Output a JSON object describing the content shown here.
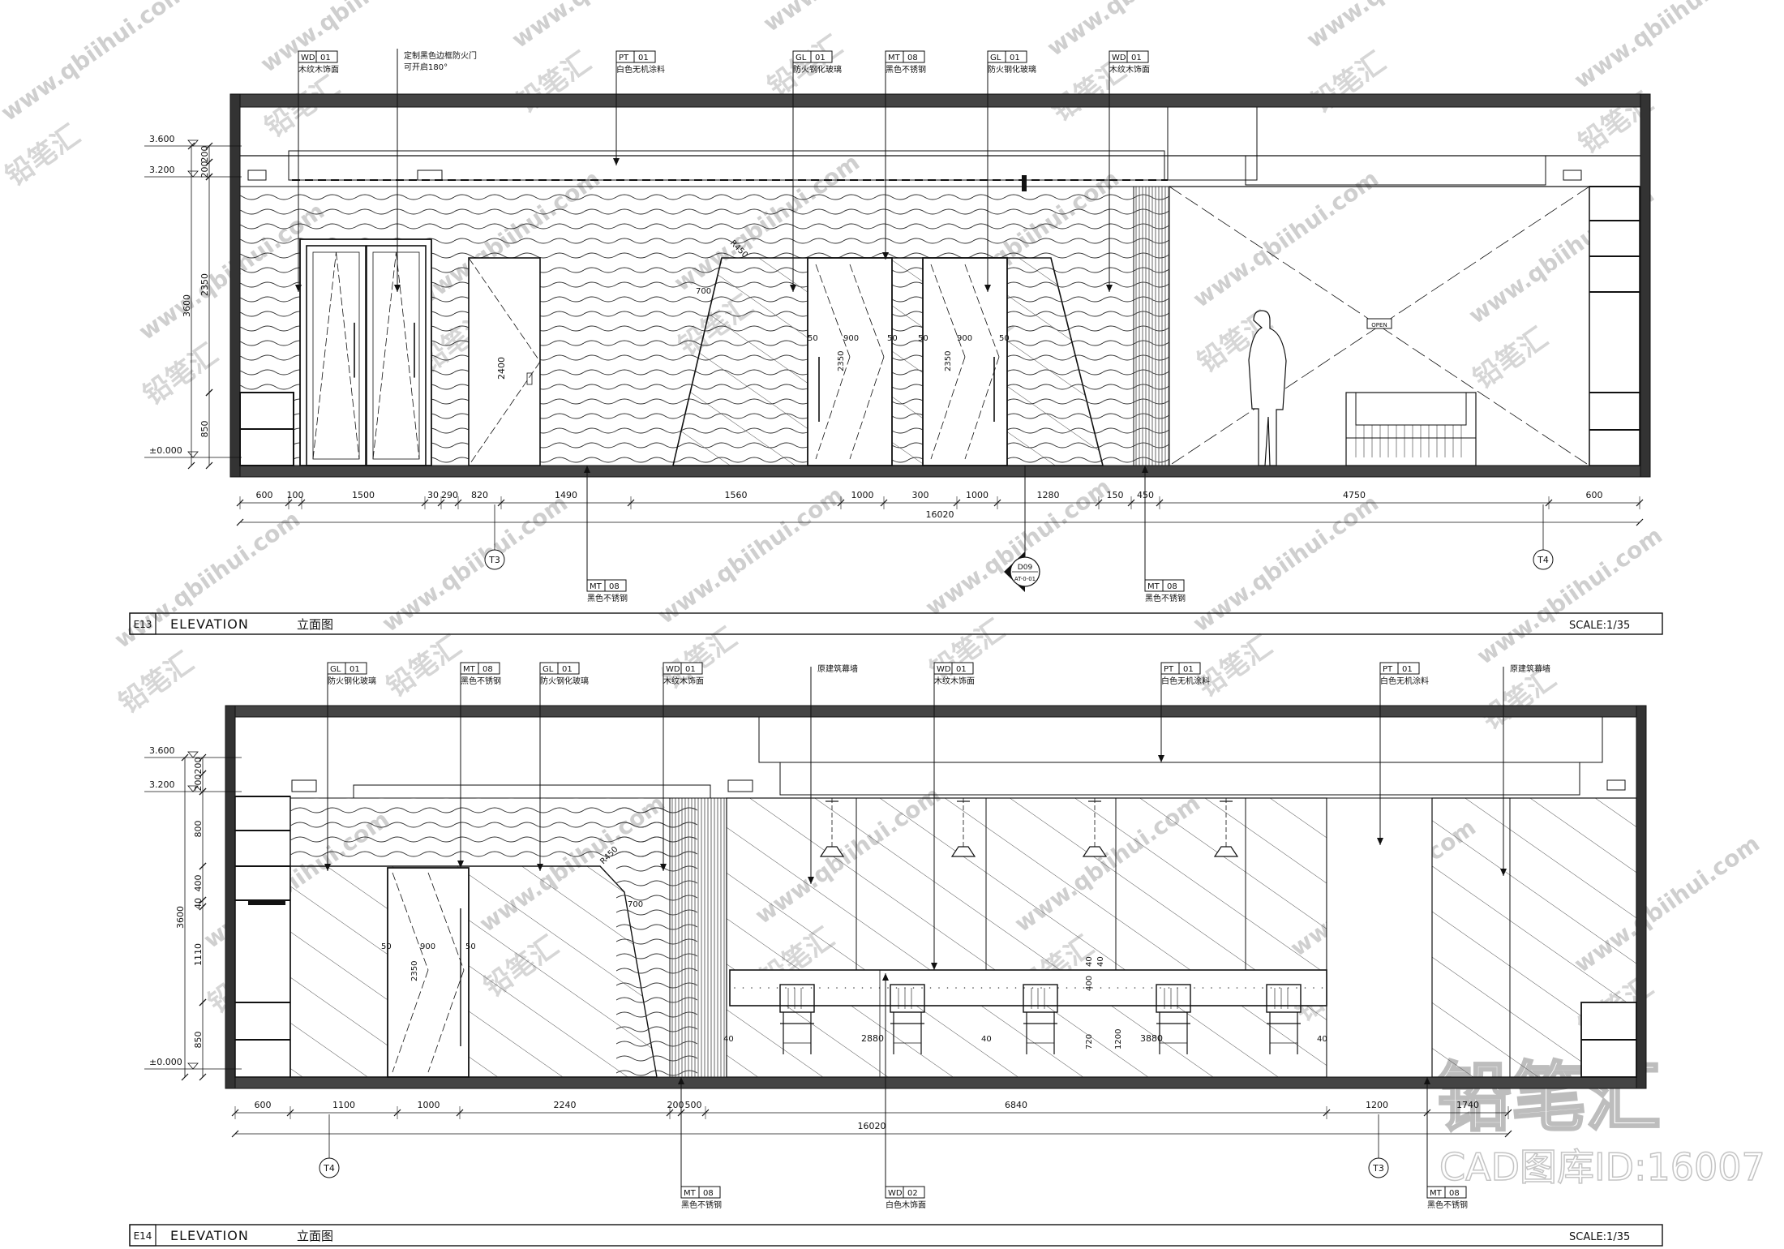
{
  "drawings": [
    {
      "id": "E13",
      "title": "ELEVATION",
      "title_cn": "立面图",
      "scale": "SCALE:1/35",
      "levels": [
        "3.600",
        "3.200",
        "±0.000"
      ],
      "vertical_dims": [
        "200",
        "200",
        "2350",
        "3600",
        "850"
      ],
      "dims_bottom": [
        "600",
        "100",
        "1500",
        "30",
        "290",
        "820",
        "1490",
        "1560",
        "1000",
        "300",
        "1000",
        "1280",
        "150",
        "450",
        "4750",
        "600"
      ],
      "total": "16020",
      "door_dims": [
        "2400",
        "50",
        "900",
        "50",
        "50",
        "900",
        "50",
        "2350",
        "2350",
        "700",
        "R450"
      ],
      "tags_top": [
        {
          "code": "WD",
          "num": "01",
          "note": "木纹木饰面"
        },
        {
          "code": "",
          "num": "",
          "note": "定制黑色边框防火门",
          "note2": "可开启180°"
        },
        {
          "code": "PT",
          "num": "01",
          "note": "白色无机涂料"
        },
        {
          "code": "GL",
          "num": "01",
          "note": "防火钢化玻璃"
        },
        {
          "code": "MT",
          "num": "08",
          "note": "黑色不锈钢"
        },
        {
          "code": "GL",
          "num": "01",
          "note": "防火钢化玻璃"
        },
        {
          "code": "WD",
          "num": "01",
          "note": "木纹木饰面"
        }
      ],
      "tags_bottom": [
        {
          "code": "MT",
          "num": "08",
          "note": "黑色不锈钢"
        },
        {
          "code": "MT",
          "num": "08",
          "note": "黑色不锈钢"
        }
      ],
      "grid_marks": [
        "T3",
        "T4"
      ],
      "section_mark": {
        "top": "D09",
        "bottom": "AT-0-01"
      },
      "openbox": "OPEN"
    },
    {
      "id": "E14",
      "title": "ELEVATION",
      "title_cn": "立面图",
      "scale": "SCALE:1/35",
      "levels": [
        "3.600",
        "3.200",
        "±0.000"
      ],
      "vertical_dims": [
        "200",
        "200",
        "800",
        "400",
        "40",
        "1110",
        "3600",
        "850"
      ],
      "dims_bottom": [
        "600",
        "1100",
        "1000",
        "2240",
        "200",
        "500",
        "6840",
        "1200",
        "1740"
      ],
      "total": "16020",
      "door_dims": [
        "50",
        "900",
        "50",
        "2350",
        "700",
        "R450"
      ],
      "counter_dims": [
        "2880",
        "3880",
        "40",
        "40",
        "40",
        "400",
        "40",
        "40",
        "720",
        "1200"
      ],
      "tags_top": [
        {
          "code": "GL",
          "num": "01",
          "note": "防火钢化玻璃"
        },
        {
          "code": "MT",
          "num": "08",
          "note": "黑色不锈钢"
        },
        {
          "code": "GL",
          "num": "01",
          "note": "防火钢化玻璃"
        },
        {
          "code": "WD",
          "num": "01",
          "note": "木纹木饰面"
        },
        {
          "code": "",
          "num": "",
          "note": "原建筑幕墙"
        },
        {
          "code": "WD",
          "num": "01",
          "note": "木纹木饰面"
        },
        {
          "code": "PT",
          "num": "01",
          "note": "白色无机涂料"
        },
        {
          "code": "PT",
          "num": "01",
          "note": "白色无机涂料"
        },
        {
          "code": "",
          "num": "",
          "note": "原建筑幕墙"
        }
      ],
      "tags_bottom": [
        {
          "code": "MT",
          "num": "08",
          "note": "黑色不锈钢"
        },
        {
          "code": "WD",
          "num": "02",
          "note": "白色木饰面"
        },
        {
          "code": "MT",
          "num": "08",
          "note": "黑色不锈钢"
        }
      ],
      "grid_marks": [
        "T4",
        "T3"
      ]
    }
  ],
  "watermark": {
    "url": "www.qbiihui.com",
    "brand": "铅笔汇",
    "caption": "CAD图库ID:16007"
  }
}
